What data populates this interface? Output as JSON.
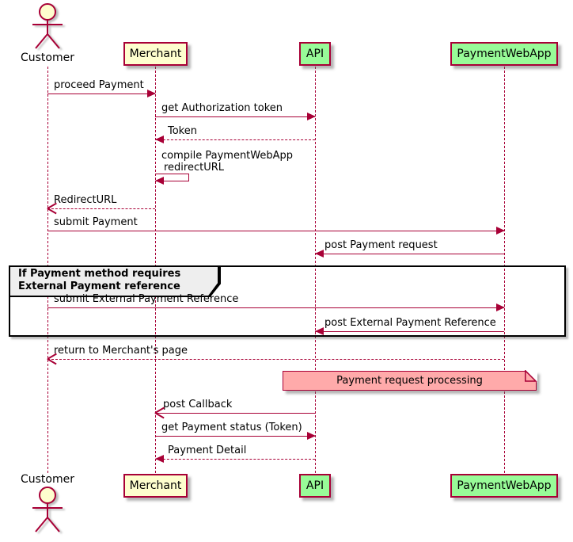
{
  "actor": {
    "label": "Customer"
  },
  "participants": [
    {
      "name": "Merchant",
      "fill": "#FEFECE"
    },
    {
      "name": "API",
      "fill": "#98FB98"
    },
    {
      "name": "PaymentWebApp",
      "fill": "#98FB98"
    }
  ],
  "messages": [
    {
      "label": "proceed Payment",
      "from": "Customer",
      "to": "Merchant",
      "line": "solid",
      "arrowhead": "filled"
    },
    {
      "label": "get Authorization token",
      "from": "Merchant",
      "to": "API",
      "line": "solid",
      "arrowhead": "filled"
    },
    {
      "label": "Token",
      "from": "API",
      "to": "Merchant",
      "line": "dashed",
      "arrowhead": "filled"
    },
    {
      "label_line1": "compile PaymentWebApp",
      "label_line2": "redirectURL",
      "from": "Merchant",
      "to": "Merchant",
      "line": "solid",
      "arrowhead": "filled"
    },
    {
      "label": "RedirectURL",
      "from": "Merchant",
      "to": "Customer",
      "line": "dashed",
      "arrowhead": "open"
    },
    {
      "label": "submit Payment",
      "from": "Customer",
      "to": "PaymentWebApp",
      "line": "solid",
      "arrowhead": "filled"
    },
    {
      "label": "post Payment request",
      "from": "PaymentWebApp",
      "to": "API",
      "line": "solid",
      "arrowhead": "filled"
    },
    {
      "label": "submit External Payment Reference",
      "from": "Customer",
      "to": "PaymentWebApp",
      "line": "solid",
      "arrowhead": "filled"
    },
    {
      "label": "post External Payment Reference",
      "from": "PaymentWebApp",
      "to": "API",
      "line": "solid",
      "arrowhead": "filled"
    },
    {
      "label": "return to Merchant's page",
      "from": "PaymentWebApp",
      "to": "Customer",
      "line": "dashed",
      "arrowhead": "open"
    },
    {
      "label": "post Callback",
      "from": "API",
      "to": "Merchant",
      "line": "solid",
      "arrowhead": "open"
    },
    {
      "label": "get Payment status (Token)",
      "from": "Merchant",
      "to": "API",
      "line": "solid",
      "arrowhead": "filled"
    },
    {
      "label": "Payment Detail",
      "from": "API",
      "to": "Merchant",
      "line": "dashed",
      "arrowhead": "filled"
    }
  ],
  "frame": {
    "kind": "group",
    "title_line1": "If Payment method requires",
    "title_line2": "External Payment reference",
    "header_fill": "#EEEEEE"
  },
  "note": {
    "text": "Payment request processing",
    "fill": "#FFAAAA"
  },
  "colors": {
    "line": "#A80036",
    "actor_fill": "#FEFECE"
  }
}
